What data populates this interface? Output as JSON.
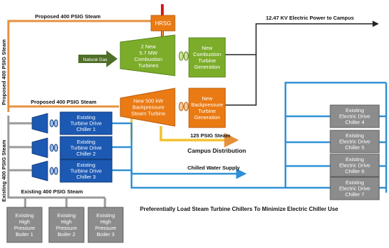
{
  "colors": {
    "steam400": "#e7903c",
    "steam125": "#f2c12e",
    "chilled": "#2e90d6",
    "electric": "#222222",
    "red": "#d9141b",
    "green": "#7cad2a",
    "orange": "#ea7a13",
    "blue": "#1c59b3",
    "gray": "#8c8c8c",
    "dark_green": "#4f6e28"
  },
  "hrsg": {
    "label": "HRSG"
  },
  "labels": {
    "proposed_steam_top": "Proposed 400 PSIG Steam",
    "proposed_steam_mid": "Proposed 400 PSIG Steam",
    "proposed_steam_vertical": "Proposed 400 PSIG Steam",
    "existing_steam_vertical": "Existing 400 PSIG Steam",
    "existing_steam_bottom": "Existing 400 PSIG Steam",
    "electric_power": "12.47 KV Electric Power to Campus",
    "steam_125": "125 PSIG Steam",
    "campus_distribution": "Campus Distribution",
    "chilled_water": "Chilled Water Supply",
    "footnote": "Preferentially Load Steam Turbine Chillers To Minimize Electric Chiller Use",
    "natural_gas": "Natural Gas"
  },
  "combustion_turbines": {
    "lines": [
      "2 New",
      "5.7 MW",
      "Combustion",
      "Turbines"
    ]
  },
  "combustion_generation": {
    "lines": [
      "New",
      "Combustion",
      "Turbine",
      "Generation"
    ]
  },
  "steam_turbine": {
    "lines": [
      "New 500 kW",
      "Backpressure",
      "Steam Turbine"
    ]
  },
  "backpressure_generation": {
    "lines": [
      "New",
      "Backpressure",
      "Turbine",
      "Generation"
    ]
  },
  "turbine_chillers": [
    {
      "lines": [
        "Existing",
        "Turbine Drive",
        "Chiller 1"
      ]
    },
    {
      "lines": [
        "Existing",
        "Turbine Drive",
        "Chiller 2"
      ]
    },
    {
      "lines": [
        "Existing",
        "Turbine Drive",
        "Chiller 3"
      ]
    }
  ],
  "electric_chillers": [
    {
      "lines": [
        "Existing",
        "Electric Drive",
        "Chiller 4"
      ]
    },
    {
      "lines": [
        "Existing",
        "Electric Drive",
        "Chiller 5"
      ]
    },
    {
      "lines": [
        "Existing",
        "Electric Drive",
        "Chiller 6"
      ]
    },
    {
      "lines": [
        "Existing",
        "Electric Drive",
        "Chiller 7"
      ]
    }
  ],
  "boilers": [
    {
      "lines": [
        "Existing",
        "High",
        "Pressure",
        "Boiler 1"
      ]
    },
    {
      "lines": [
        "Existing",
        "High",
        "Pressure",
        "Boiler 2"
      ]
    },
    {
      "lines": [
        "Existing",
        "High",
        "Pressure",
        "Boiler 3"
      ]
    }
  ]
}
